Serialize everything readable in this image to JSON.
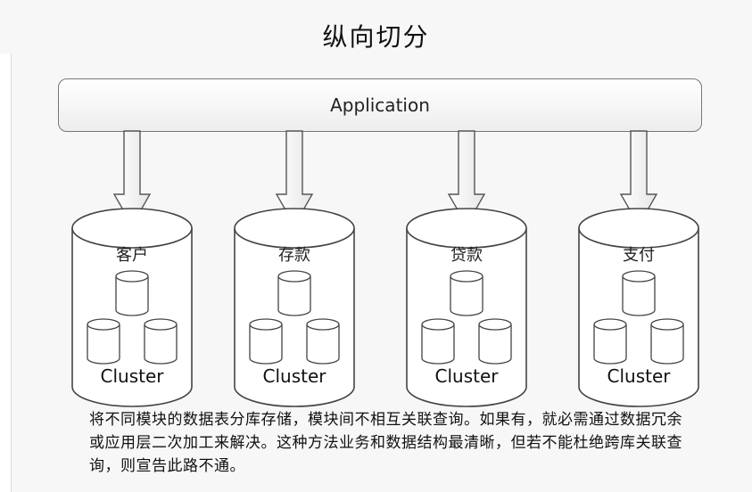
{
  "title": "纵向切分",
  "application_label": "Application",
  "clusters": [
    {
      "name": "客户",
      "label": "Cluster"
    },
    {
      "name": "存款",
      "label": "Cluster"
    },
    {
      "name": "贷款",
      "label": "Cluster"
    },
    {
      "name": "支付",
      "label": "Cluster"
    }
  ],
  "description": "将不同模块的数据表分库存储，模块间不相互关联查询。如果有，就必需通过数据冗余或应用层二次加工来解决。这种方法业务和数据结构最清晰，但若不能杜绝跨库关联查询，则宣告此路不通。"
}
